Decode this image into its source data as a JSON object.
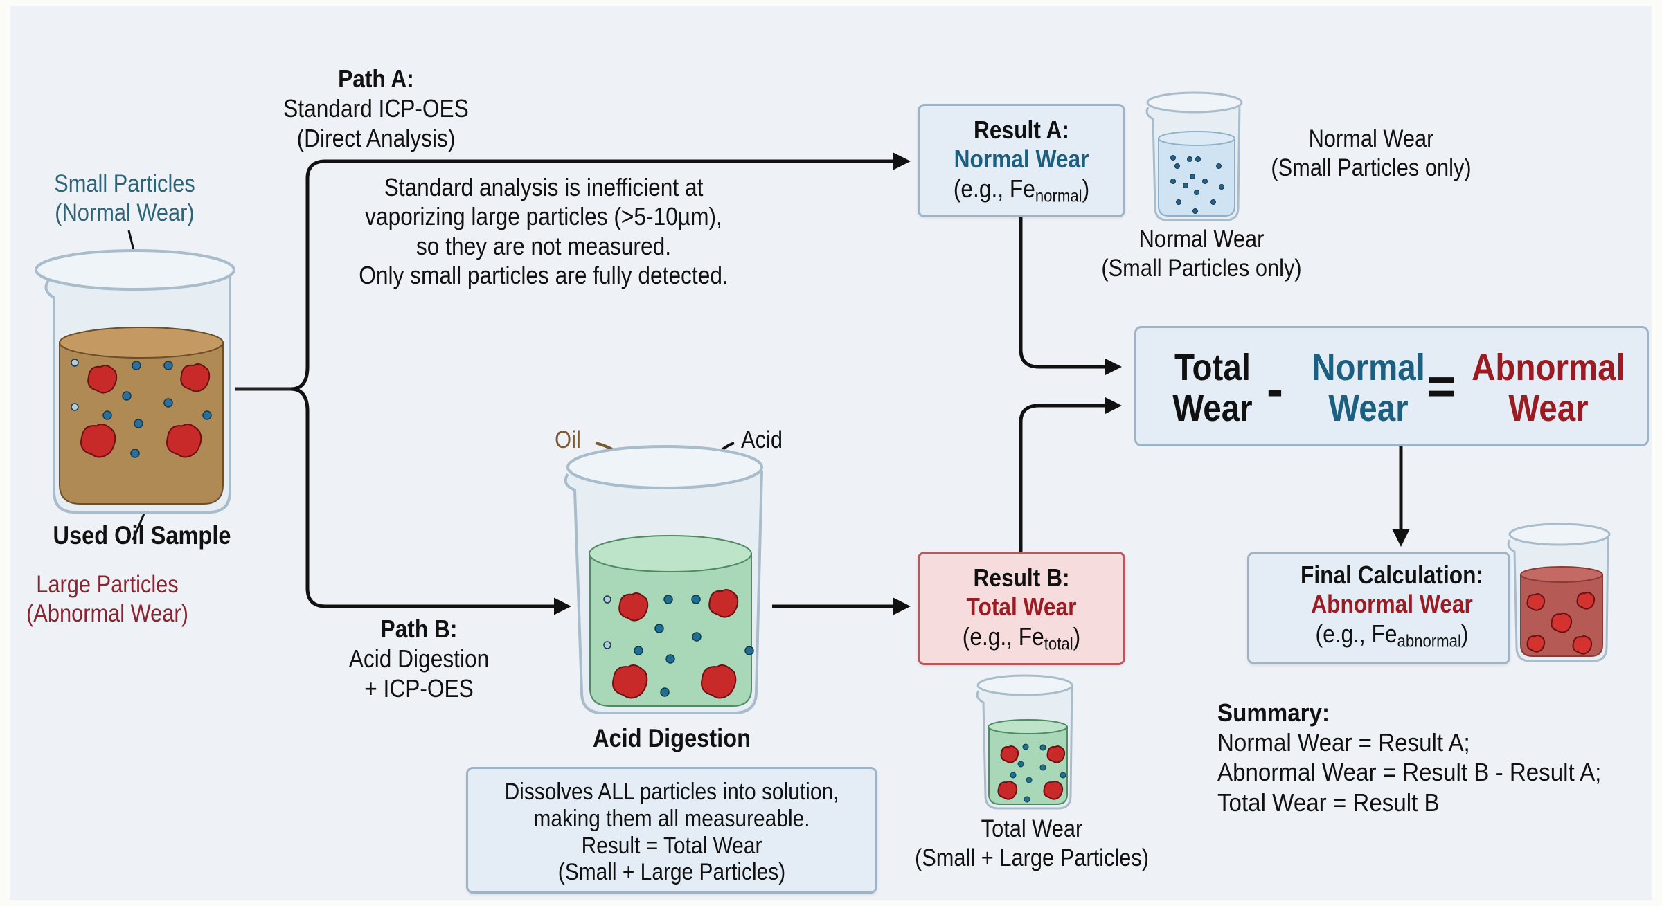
{
  "colors": {
    "background": "#eef2f6",
    "normal_blue": "#1c5f80",
    "abnormal_red": "#9b1b22",
    "oil_brown": "#b08a55",
    "digest_green": "#a8d8b8",
    "final_red": "#b55a55",
    "clear_blue": "#cfe3f2"
  },
  "sample": {
    "title": "Used Oil Sample",
    "small_label_1": "Small Particles",
    "small_label_2": "(Normal Wear)",
    "large_label_1": "Large Particles",
    "large_label_2": "(Abnormal Wear)"
  },
  "path_a": {
    "title": "Path A:",
    "line1": "Standard ICP-OES",
    "line2": "(Direct Analysis)",
    "note": [
      "Standard analysis is inefficient at",
      "vaporizing large particles (>5-10µm),",
      "so they are not measured.",
      "Only small particles are fully detected."
    ]
  },
  "path_b": {
    "title": "Path B:",
    "line1": "Acid Digestion",
    "line2": "+ ICP-OES"
  },
  "digestion": {
    "oil_label": "Oil",
    "acid_label": "Acid",
    "title": "Acid Digestion",
    "note": [
      "Dissolves ALL particles into solution,",
      "making them all measureable.",
      "Result = Total Wear",
      "(Small + Large Particles)"
    ]
  },
  "result_a": {
    "title": "Result A:",
    "value": "Normal Wear",
    "example_prefix": "(e.g., Fe",
    "example_sub": "normal",
    "example_suffix": ")",
    "side_label_1": "Normal Wear",
    "side_label_2": "(Small Particles only)",
    "below_label_1": "Normal Wear",
    "below_label_2": "(Small Particles only)"
  },
  "result_b": {
    "title": "Result B:",
    "value": "Total Wear",
    "example_prefix": "(e.g., Fe",
    "example_sub": "total",
    "example_suffix": ")",
    "below_label_1": "Total Wear",
    "below_label_2": "(Small + Large Particles)"
  },
  "equation": {
    "term1_a": "Total",
    "term1_b": "Wear",
    "minus": "-",
    "term2_a": "Normal",
    "term2_b": "Wear",
    "equals": "=",
    "term3_a": "Abnormal",
    "term3_b": "Wear"
  },
  "final": {
    "title": "Final Calculation:",
    "value": "Abnormal Wear",
    "example_prefix": "(e.g., Fe",
    "example_sub": "abnormal",
    "example_suffix": ")"
  },
  "summary": {
    "title": "Summary:",
    "lines": [
      "Normal Wear = Result A;",
      "Abnormal Wear = Result B - Result A;",
      "Total Wear = Result B"
    ]
  }
}
